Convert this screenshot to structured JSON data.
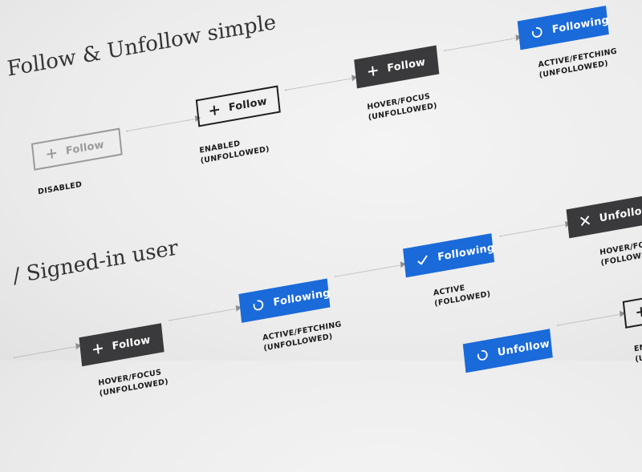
{
  "headings": {
    "simple": "Follow & Unfollow simple",
    "signed_in": "/ Signed-in user"
  },
  "buttons": {
    "follow": "Follow",
    "following": "Following",
    "unfollow": "Unfollow"
  },
  "states": {
    "disabled": "DISABLED",
    "enabled_unfollowed": [
      "ENABLED",
      "(UNFOLLOWED)"
    ],
    "hover_unfollowed": [
      "HOVER/FOCUS",
      "(UNFOLLOWED)"
    ],
    "active_fetching_unfollowed": [
      "ACTIVE/FETCHING",
      "(UNFOLLOWED)"
    ],
    "active_followed": [
      "ACTIVE",
      "(FOLLOWED)"
    ],
    "hover_followed": [
      "HOVER/FOCUS",
      "(FOLLOWED)"
    ]
  },
  "colors": {
    "blue": "#1a6ad9",
    "dark": "#3a3a3c",
    "outline": "#1f1f1f",
    "disabled": "#9a9a9a"
  },
  "icons": [
    "plus-icon",
    "spinner-icon",
    "check-icon",
    "close-icon"
  ]
}
